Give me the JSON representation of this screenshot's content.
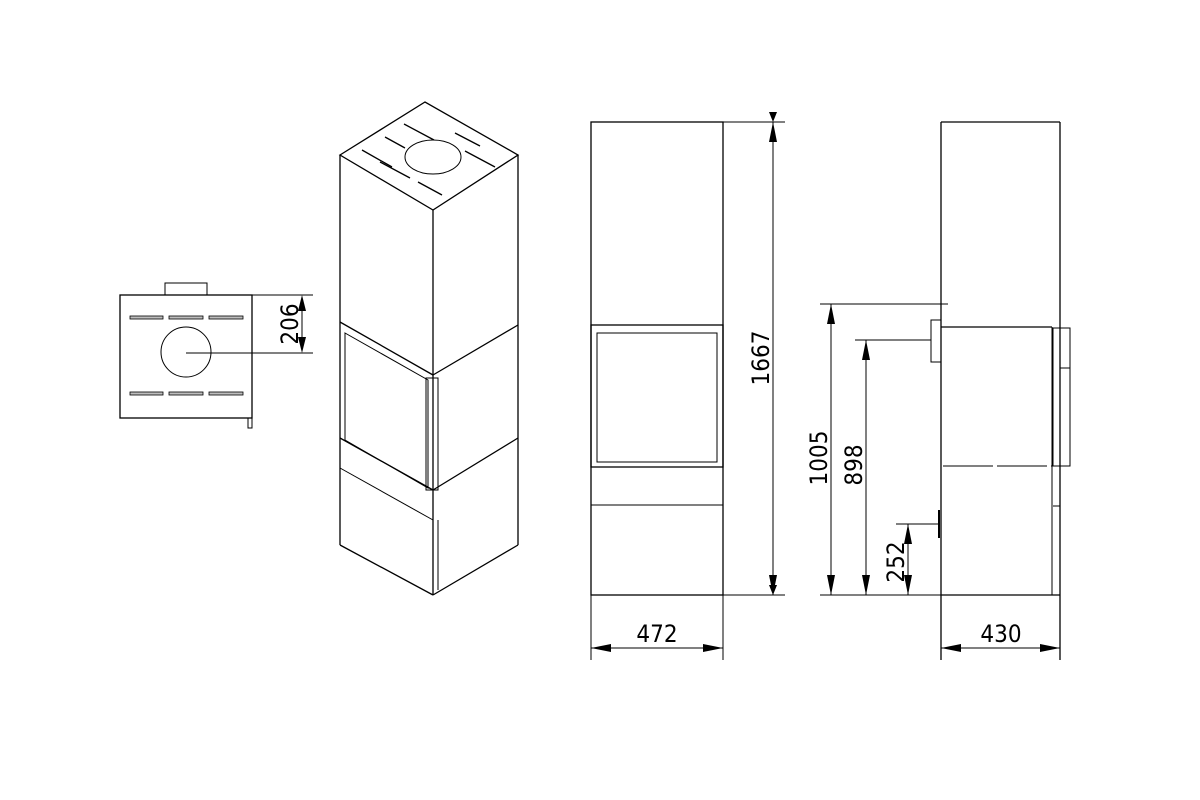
{
  "dimensions": {
    "flue_offset": "206",
    "total_height": "1667",
    "front_width": "472",
    "flue_height_top": "1005",
    "flue_height_rear": "898",
    "air_inlet_height": "252",
    "depth": "430"
  },
  "colors": {
    "line": "#000000",
    "background": "#ffffff",
    "slot_fill": "#bdbdbd"
  }
}
